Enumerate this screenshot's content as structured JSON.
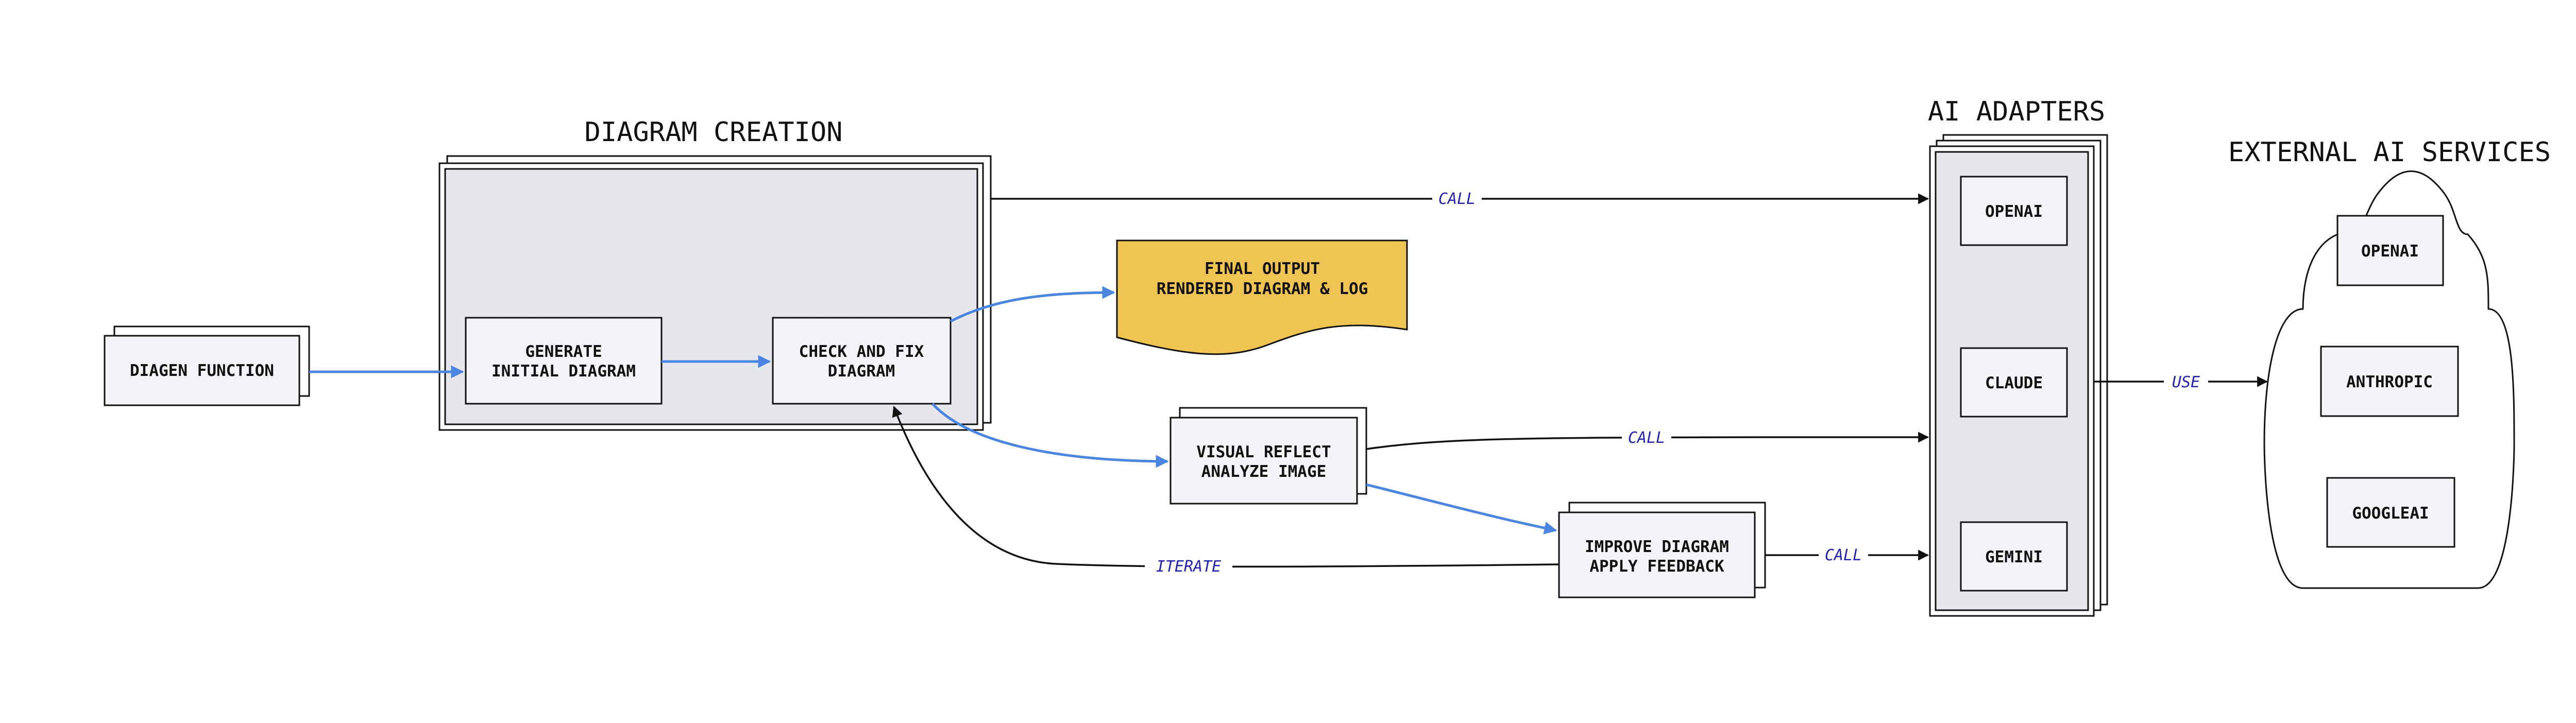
{
  "groups": {
    "diagram_creation": {
      "title": "DIAGRAM CREATION"
    },
    "ai_adapters": {
      "title": "AI ADAPTERS"
    },
    "external_ai_services": {
      "title": "EXTERNAL AI SERVICES"
    }
  },
  "nodes": {
    "diagen_function": {
      "line1": "DIAGEN FUNCTION"
    },
    "generate_initial": {
      "line1": "GENERATE",
      "line2": "INITIAL DIAGRAM"
    },
    "check_fix": {
      "line1": "CHECK AND FIX",
      "line2": "DIAGRAM"
    },
    "final_output": {
      "line1": "FINAL OUTPUT",
      "line2": "RENDERED DIAGRAM & LOG"
    },
    "visual_reflect": {
      "line1": "VISUAL REFLECT",
      "line2": "ANALYZE IMAGE"
    },
    "improve_diagram": {
      "line1": "IMPROVE DIAGRAM",
      "line2": "APPLY FEEDBACK"
    },
    "adapter_openai": {
      "line1": "OPENAI"
    },
    "adapter_claude": {
      "line1": "CLAUDE"
    },
    "adapter_gemini": {
      "line1": "GEMINI"
    },
    "service_openai": {
      "line1": "OPENAI"
    },
    "service_anthropic": {
      "line1": "ANTHROPIC"
    },
    "service_googleai": {
      "line1": "GOOGLEAI"
    }
  },
  "edge_labels": {
    "creation_to_adapters": "CALL",
    "reflect_to_adapters": "CALL",
    "improve_to_adapters": "CALL",
    "improve_to_check": "ITERATE",
    "adapters_to_services": "USE"
  },
  "colors": {
    "flow_arrow": "#4a86e0",
    "output_fill": "#f0c453",
    "box_fill": "#f3f4f8",
    "group_fill": "#e6e7ec",
    "label_text": "#2222aa"
  }
}
